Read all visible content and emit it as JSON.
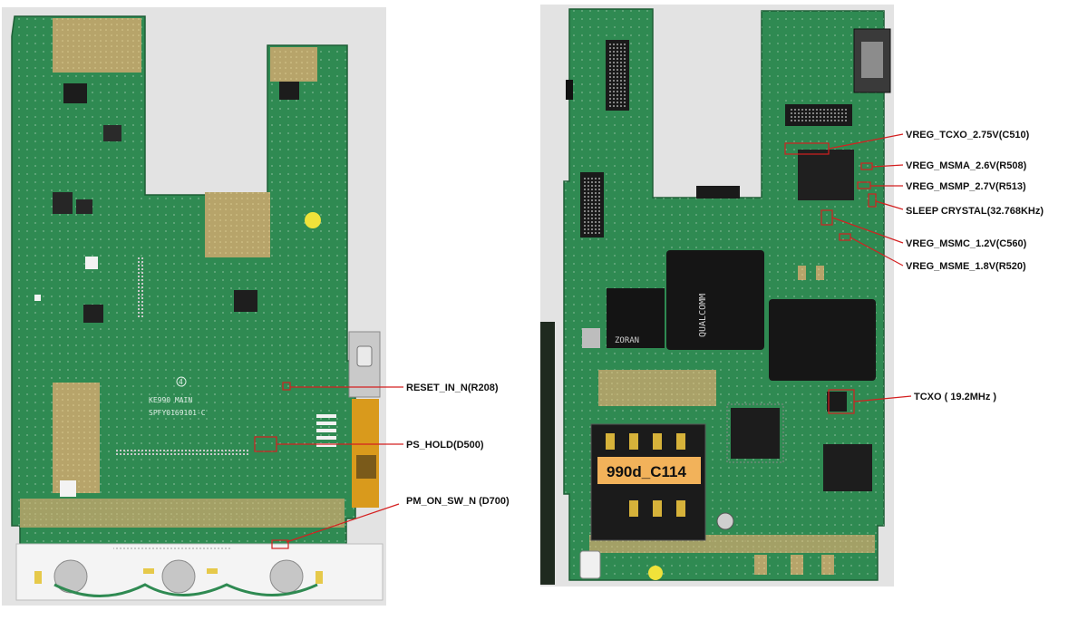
{
  "board_left": {
    "silkscreen": {
      "model": "KE990 MAIN",
      "serial": "SPFY0169101-C",
      "rev": "4"
    },
    "annotations": [
      {
        "id": "reset",
        "label": "RESET_IN_N(R208)"
      },
      {
        "id": "ps_hold",
        "label": "PS_HOLD(D500)"
      },
      {
        "id": "pm_on",
        "label": "PM_ON_SW_N (D700)"
      }
    ]
  },
  "board_right": {
    "sticker": "990d_C114",
    "chips": {
      "qualcomm": "QUALCOMM",
      "zoran": "ZORAN"
    },
    "annotations": [
      {
        "id": "vreg_tcxo",
        "label": "VREG_TCXO_2.75V(C510)"
      },
      {
        "id": "vreg_msma",
        "label": "VREG_MSMA_2.6V(R508)"
      },
      {
        "id": "vreg_msmp",
        "label": "VREG_MSMP_2.7V(R513)"
      },
      {
        "id": "sleep_xtal",
        "label": "SLEEP CRYSTAL(32.768KHz)"
      },
      {
        "id": "vreg_msmc",
        "label": "VREG_MSMC_1.2V(C560)"
      },
      {
        "id": "vreg_msme",
        "label": "VREG_MSME_1.8V(R520)"
      },
      {
        "id": "tcxo",
        "label": "TCXO ( 19.2MHz )"
      }
    ]
  },
  "colors": {
    "pcb_green": "#2f8a52",
    "pcb_dark": "#23703f",
    "gold": "#b7a46a",
    "annotation_red": "#d42020",
    "photo_bg": "#dcdcdc"
  }
}
